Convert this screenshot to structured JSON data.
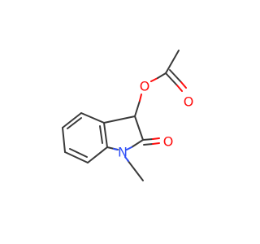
{
  "molecule": {
    "atoms": {
      "ester_oxygen": "O",
      "carbonyl_oxygen_acetyl": "O",
      "carbonyl_oxygen_lactam": "O",
      "nitrogen": "N"
    },
    "colors": {
      "bond": "#3a3a3a",
      "oxygen": "#ff0d0d",
      "nitrogen": "#3050f8",
      "background": "#ffffff"
    }
  }
}
